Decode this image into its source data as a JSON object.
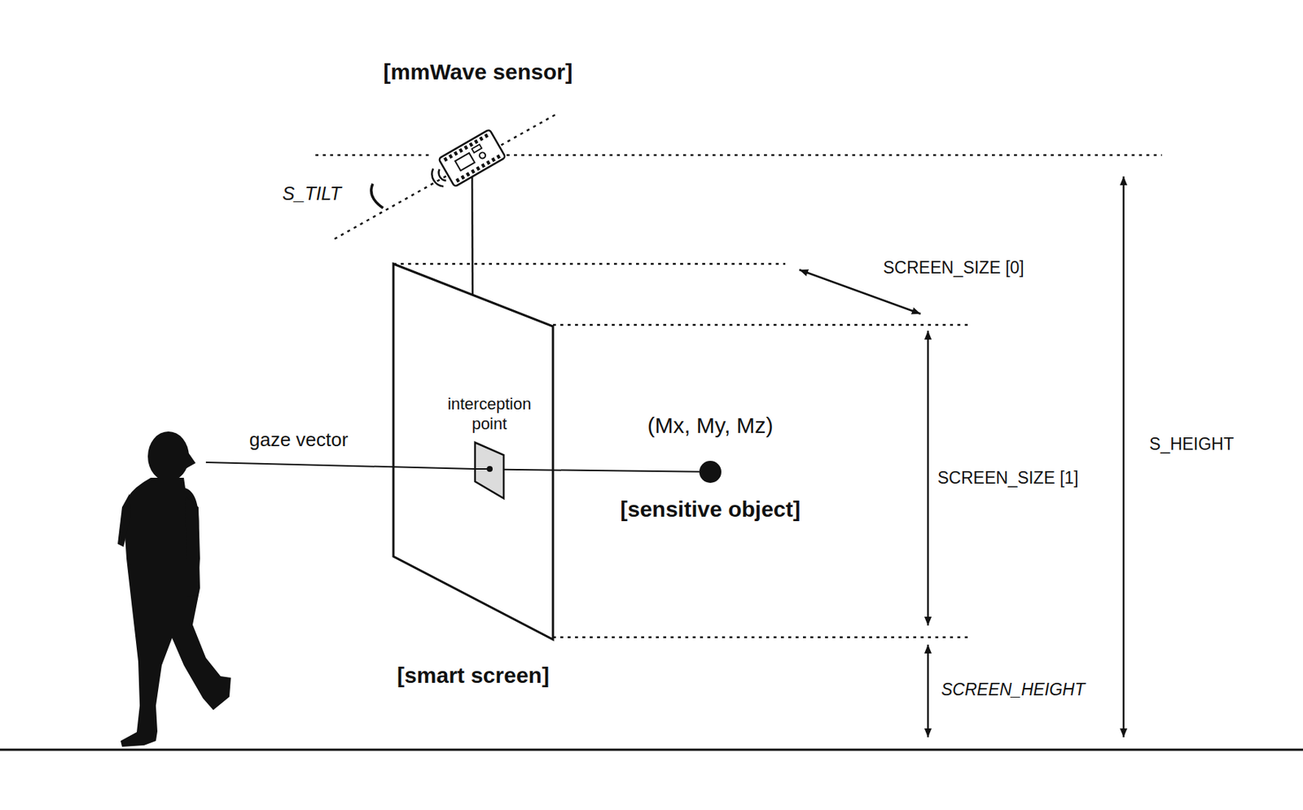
{
  "diagram": {
    "nodes": [
      {
        "text": [
          "[mmWave sensor]"
        ]
      },
      {
        "text": [
          "[smart screen]"
        ]
      },
      {
        "text": [
          "interception point"
        ],
        "in": 1
      },
      {
        "text": [
          "(Mx, My, Mz)",
          "[sensitive object]"
        ]
      }
    ],
    "edges": [
      {
        "from": 2,
        "to": 3,
        "arrow": "none"
      },
      {
        "from": 0,
        "to": 1,
        "arrow": "none"
      }
    ],
    "labels": [
      "S_TILT",
      "SCREEN_SIZE [0]",
      "gaze vector",
      "S_HEIGHT",
      "SCREEN_SIZE [1]",
      "SCREEN_HEIGHT"
    ]
  }
}
